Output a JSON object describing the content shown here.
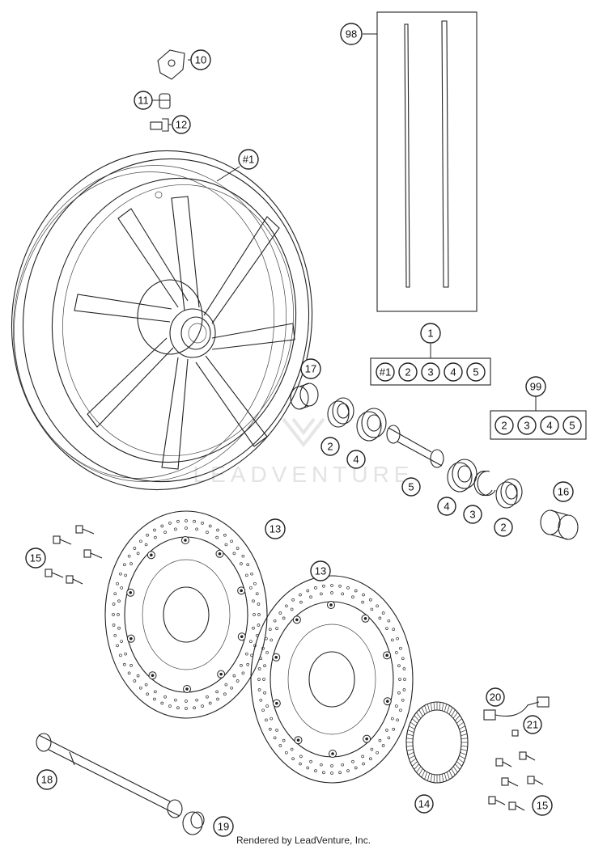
{
  "watermark": "LEADVENTURE",
  "footer": "Rendered by LeadVenture, Inc.",
  "callouts": {
    "c10": "10",
    "c11": "11",
    "c12": "12",
    "wheel": "#1",
    "c98": "98",
    "c1": "1",
    "c17": "17",
    "c99": "99",
    "c2a": "2",
    "c4a": "4",
    "c5": "5",
    "c4b": "4",
    "c3": "3",
    "c2b": "2",
    "c16": "16",
    "c13a": "13",
    "c13b": "13",
    "c15a": "15",
    "c20": "20",
    "c21": "21",
    "c18": "18",
    "c14": "14",
    "c19": "19",
    "c15b": "15"
  },
  "kit_1": {
    "items": [
      "#1",
      "2",
      "3",
      "4",
      "5"
    ]
  },
  "kit_99": {
    "items": [
      "2",
      "3",
      "4",
      "5"
    ]
  }
}
